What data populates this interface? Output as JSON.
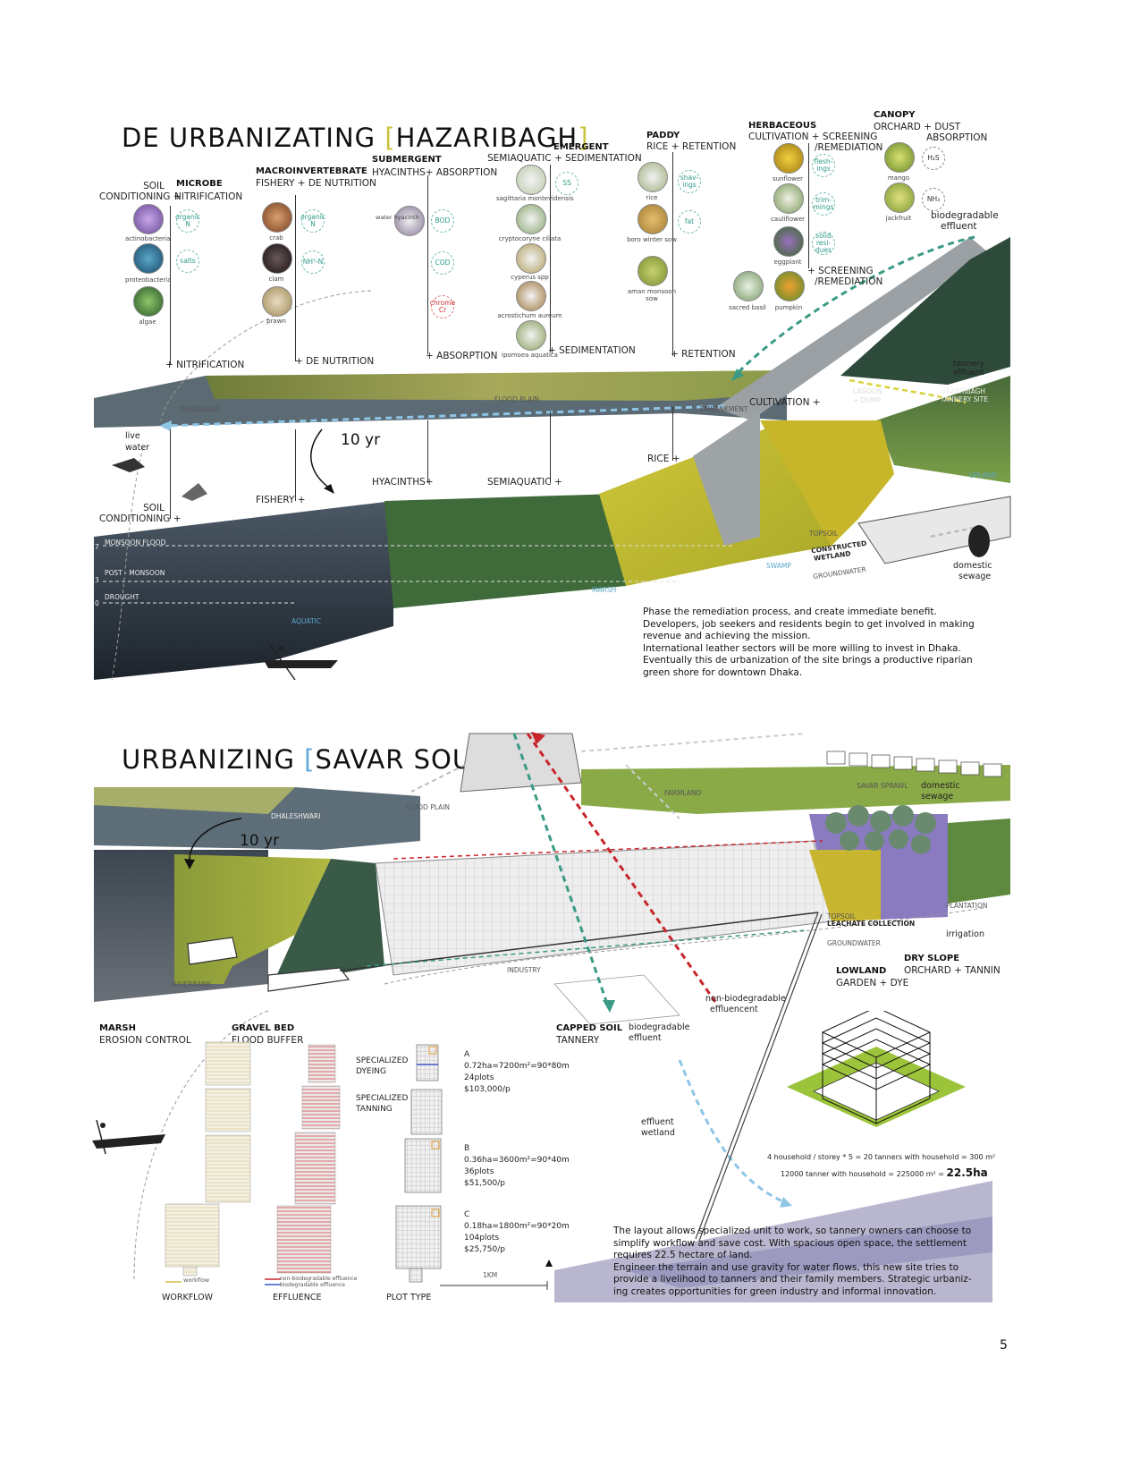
{
  "section1": {
    "title_main": "DE URBANIZATING ",
    "title_bracket_open": "[",
    "title_name": "HAZARIBAGH",
    "title_bracket_close": "]",
    "columns": {
      "microbe": {
        "top_left": "SOIL",
        "top_left2": "CONDITIONING +",
        "head": "MICROBE",
        "sub": "NITRIFICATION",
        "bottom": "+ NITRIFICATION",
        "lower": "SOIL",
        "lower2": "CONDITIONING +",
        "items": [
          "actinobacteria",
          "proteobacteria",
          "algae"
        ],
        "tags": [
          "organic N",
          "salts"
        ]
      },
      "macro": {
        "head": "MACROINVERTEBRATE",
        "sub": "FISHERY + DE NUTRITION",
        "bottom": "+ DE NUTRITION",
        "lower": "FISHERY +",
        "items": [
          "crab",
          "clam",
          "prawn"
        ],
        "tags": [
          "organic N",
          "NH³-N"
        ]
      },
      "submergent": {
        "head": "SUBMERGENT",
        "sub": "HYACINTHS+ ABSORPTION",
        "bottom": "+ ABSORPTION",
        "lower": "HYACINTHS+",
        "items": [
          "water hyacinth"
        ],
        "tags": [
          "BOD",
          "COD"
        ],
        "tag_red": "chrome Cr"
      },
      "emergent": {
        "head": "EMERGENT",
        "sub": "SEMIAQUATIC + SEDIMENTATION",
        "bottom": "+ SEDIMENTATION",
        "lower": "SEMIAQUATIC +",
        "items": [
          "sagittaria montevidensis",
          "cryptocoryne ciliata",
          "cyperus spp",
          "acrostichum aureum",
          "ipomoea aquatica"
        ],
        "tags": [
          "SS"
        ]
      },
      "paddy": {
        "head": "PADDY",
        "sub": "RICE + RETENTION",
        "bottom": "+ RETENTION",
        "lower": "RICE +",
        "items": [
          "rice",
          "boro winter sow",
          "aman monsoon sow"
        ],
        "tags": [
          "shav- ings",
          "fat"
        ]
      },
      "herbaceous": {
        "head": "HERBACEOUS",
        "sub": "CULTIVATION + SCREENING",
        "sub2": "/REMEDIATION",
        "bottom": "+ SCREENING",
        "bottom2": "/REMEDIATION",
        "lower": "CULTIVATION +",
        "items": [
          "sunflower",
          "cauliflower",
          "eggplant",
          "sacred basil",
          "pumpkin"
        ],
        "tags": [
          "flesh- ings",
          "trim- mings",
          "solid resi- dues"
        ]
      },
      "canopy": {
        "head": "CANOPY",
        "sub": "ORCHARD + DUST",
        "sub2": "ABSORPTION",
        "items": [
          "mango",
          "jackfruit"
        ],
        "tags": [
          "H₂S",
          "NH₃"
        ]
      }
    },
    "labels": {
      "biodegradable": "biodegradable",
      "effluent": "effluent",
      "tannery_effluent": "tannery effluent",
      "lagoon": "LAGOON",
      "dump": "+ DUMP",
      "hazaribagh_site": "HAZARIBAGH TANNERY SITE",
      "flood_plain": "FLOOD PLAIN",
      "buriganga": "BURIGANGA",
      "embankment": "EMBANKMENT",
      "live_water": "live water",
      "ten_yr": "10 yr",
      "topsoil": "TOPSOIL",
      "constructed": "CONSTRUCTED",
      "wetland": "WETLAND",
      "swamp": "SWAMP",
      "groundwater": "GROUNDWATER",
      "marsh": "MARSH",
      "aquatic": "AQUATIC",
      "domestic": "domestic",
      "sewage": "sewage",
      "upland": "UPLAND",
      "monsoon_flood": "MONSOON FLOOD",
      "post_monsoon": "POST - MONSOON",
      "drought": "DROUGHT",
      "scale": [
        "7",
        "3",
        "0"
      ]
    },
    "paragraph": [
      "Phase the remediation process, and create immediate benefit.",
      "Developers, job seekers and residents begin to get involved in making",
      "revenue and achieving the mission.",
      "International leather sectors will be more willing to invest in Dhaka.",
      "Eventually this de urbanization of the site brings a productive riparian",
      "green shore for downtown Dhaka."
    ]
  },
  "section2": {
    "title_main": "URBANIZING ",
    "title_bracket_open": "[",
    "title_name": "SAVAR SOUTH",
    "title_bracket_close": "]",
    "labels": {
      "dhaleshwari": "DHALESHWARI",
      "ten_yr": "10 yr",
      "flood_plain": "FLOOD PLAIN",
      "farmland": "FARMLAND",
      "savar_sprawl": "SAVAR SPRAWL",
      "domestic": "domestic",
      "sewage": "sewage",
      "plantation": "PLANTATION",
      "irrigation": "irrigation",
      "topsoil": "TOPSOIL",
      "leachate": "LEACHATE COLLECTION",
      "groundwater": "GROUNDWATER",
      "industry": "INDUSTRY",
      "riverbank": "RIVERBANK",
      "nonbio1": "non-biodegradable",
      "nonbio2": "effluencent",
      "bio1": "biodegradable",
      "bio2": "effluent",
      "effluent_wetland1": "effluent",
      "effluent_wetland2": "wetland"
    },
    "zones": [
      {
        "head": "MARSH",
        "sub": "EROSION CONTROL"
      },
      {
        "head": "GRAVEL BED",
        "sub": "FLOOD BUFFER"
      },
      {
        "head": "CAPPED SOIL",
        "sub": "TANNERY"
      },
      {
        "head": "LOWLAND",
        "sub": "GARDEN + DYE"
      },
      {
        "head": "DRY SLOPE",
        "sub": "ORCHARD + TANNIN"
      }
    ],
    "plans": {
      "workflow": "WORKFLOW",
      "workflow_legend": "workflow",
      "effluence": "EFFLUENCE",
      "legend_nonbio": "non-biodegradable effluence",
      "legend_bio": "biodegradable effluence",
      "plot_type": "PLOT TYPE",
      "specialized_dyeing": [
        "SPECIALIZED",
        "DYEING"
      ],
      "specialized_tanning": [
        "SPECIALIZED",
        "TANNING"
      ],
      "scale": "1KM",
      "plots": [
        {
          "letter": "A",
          "area": "0.72ha=7200m²=90*80m",
          "count": "24plots",
          "price": "$103,000/p"
        },
        {
          "letter": "B",
          "area": "0.36ha=3600m²=90*40m",
          "count": "36plots",
          "price": "$51,500/p"
        },
        {
          "letter": "C",
          "area": "0.18ha=1800m²=90*20m",
          "count": "104plots",
          "price": "$25,750/p"
        }
      ]
    },
    "calc1": "4 household / storey * 5 = 20 tanners with household = 300 m²",
    "calc2": "12000 tanner with household = 225000 m² = ",
    "calc2_big": "22.5ha",
    "paragraph": [
      "The layout allows specialized unit to work, so tannery owners can choose to",
      "simplify workflow and save cost. With spacious open space, the settlement",
      "requires 22.5 hectare of land.",
      "Engineer the terrain and use gravity for water flows, this new site tries to",
      "provide a livelihood to tanners and their family members. Strategic urbaniz-",
      "ing creates opportunities for green industry and informal innovation."
    ]
  },
  "page_number": "5",
  "colors": {
    "teal": "#3a9a86",
    "blue_dash": "#8ec5e6",
    "red_dash": "#c8262b",
    "yellow_field": "#c6c233",
    "green": "#7aa33a",
    "bracket_yellow": "#c9c53d",
    "bracket_blue": "#5ea8d8"
  }
}
